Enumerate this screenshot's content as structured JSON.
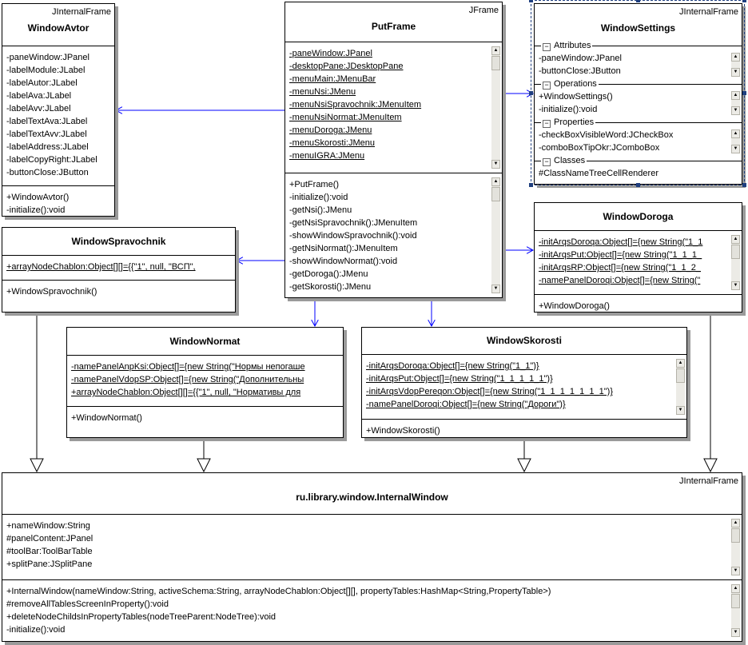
{
  "colors": {
    "association": "#0000ff",
    "generalization": "#000000",
    "selection": "#1f3f7f"
  },
  "classes": {
    "avtor": {
      "stereotype": "JInternalFrame",
      "name": "WindowAvtor",
      "sections": [
        {
          "rows": [
            {
              "text": "-paneWindow:JPanel"
            },
            {
              "text": "-labelModule:JLabel"
            },
            {
              "text": "-labelAutor:JLabel"
            },
            {
              "text": "-labelAva:JLabel"
            },
            {
              "text": "-labelAvv:JLabel"
            },
            {
              "text": "-labelTextAva:JLabel"
            },
            {
              "text": "-labelTextAvv:JLabel"
            },
            {
              "text": "-labelAddress:JLabel"
            },
            {
              "text": "-labelCopyRight:JLabel"
            },
            {
              "text": "-buttonClose:JButton"
            }
          ]
        },
        {
          "rows": [
            {
              "text": "+WindowAvtor()"
            },
            {
              "text": "-initialize():void"
            }
          ]
        }
      ]
    },
    "putframe": {
      "stereotype": "JFrame",
      "name": "PutFrame",
      "sections": [
        {
          "scrollbar": true,
          "rows": [
            {
              "text": "-paneWindow:JPanel",
              "static": true
            },
            {
              "text": "-desktopPane:JDesktopPane",
              "static": true
            },
            {
              "text": "-menuMain:JMenuBar",
              "static": true
            },
            {
              "text": "-menuNsi:JMenu",
              "static": true
            },
            {
              "text": "-menuNsiSpravochnik:JMenuItem",
              "static": true
            },
            {
              "text": "-menuNsiNormat:JMenuItem",
              "static": true
            },
            {
              "text": "-menuDoroga:JMenu",
              "static": true
            },
            {
              "text": "-menuSkorosti:JMenu",
              "static": true
            },
            {
              "text": "-menuIGRA:JMenu",
              "static": true
            }
          ]
        },
        {
          "scrollbar": true,
          "rows": [
            {
              "text": "+PutFrame()"
            },
            {
              "text": "-initialize():void"
            },
            {
              "text": "-getNsi():JMenu"
            },
            {
              "text": "-getNsiSpravochnik():JMenuItem"
            },
            {
              "text": "-showWindowSpravochnik():void"
            },
            {
              "text": "-getNsiNormat():JMenuItem"
            },
            {
              "text": "-showWindowNormat():void"
            },
            {
              "text": "-getDoroga():JMenu"
            },
            {
              "text": "-getSkorosti():JMenu"
            }
          ]
        }
      ]
    },
    "settings": {
      "stereotype": "JInternalFrame",
      "name": "WindowSettings",
      "groups": [
        {
          "label": "Attributes",
          "scrollbar": true,
          "rows": [
            {
              "text": "-paneWindow:JPanel"
            },
            {
              "text": "-buttonClose:JButton"
            }
          ]
        },
        {
          "label": "Operations",
          "scrollbar": true,
          "rows": [
            {
              "text": "+WindowSettings()"
            },
            {
              "text": "-initialize():void"
            }
          ]
        },
        {
          "label": "Properties",
          "scrollbar": true,
          "rows": [
            {
              "text": "-checkBoxVisibleWord:JCheckBox"
            },
            {
              "text": "-comboBoxTipOkr:JComboBox"
            }
          ]
        },
        {
          "label": "Classes",
          "rows": [
            {
              "text": "#ClassNameTreeCellRenderer"
            }
          ]
        }
      ]
    },
    "doroga": {
      "stereotype": "",
      "name": "WindowDoroga",
      "sections": [
        {
          "scrollbar": true,
          "rows": [
            {
              "text": "-initArqsDoroqa:Object[]={new String(\"1_1",
              "static": true
            },
            {
              "text": "-initArqsPut:Object[]={new String(\"1_1_1_",
              "static": true
            },
            {
              "text": "-initArqsRP:Object[]={new String(\"1_1_2_",
              "static": true
            },
            {
              "text": "-namePanelDoroqi:Object[]={new String(\"",
              "static": true
            }
          ]
        },
        {
          "rows": [
            {
              "text": "+WindowDoroga()"
            }
          ]
        }
      ]
    },
    "sprav": {
      "stereotype": "",
      "name": "WindowSpravochnik",
      "sections": [
        {
          "rows": [
            {
              "text": "+arrayNodeChablon:Object[][]={{\"1\", null, \"ВСП\",",
              "static": true
            }
          ]
        },
        {
          "rows": [
            {
              "text": "+WindowSpravochnik()"
            }
          ]
        }
      ]
    },
    "normat": {
      "stereotype": "",
      "name": "WindowNormat",
      "sections": [
        {
          "rows": [
            {
              "text": "-namePanelAnpKsi:Object[]={new String(\"Нормы непогаше",
              "static": true
            },
            {
              "text": "-namePanelVdopSP:Object[]={new String(\"Дополнительны",
              "static": true
            },
            {
              "text": "+arrayNodeChablon:Object[][]={{\"1\", null, \"Нормативы для",
              "static": true
            }
          ]
        },
        {
          "rows": [
            {
              "text": "+WindowNormat()"
            }
          ]
        }
      ]
    },
    "skorosti": {
      "stereotype": "",
      "name": "WindowSkorosti",
      "sections": [
        {
          "scrollbar": true,
          "rows": [
            {
              "text": "-initArqsDoroqa:Object[]={new String(\"1_1\")}",
              "static": true
            },
            {
              "text": "-initArqsPut:Object[]={new String(\"1_1_1_1_1\")}",
              "static": true
            },
            {
              "text": "-initArqsVdopPereqon:Object[]={new String(\"1_1_1_1_1_1_1\")}",
              "static": true
            },
            {
              "text": "-namePanelDoroqi:Object[]={new String(\"Дороги\")}",
              "static": true
            }
          ]
        },
        {
          "rows": [
            {
              "text": "+WindowSkorosti()"
            }
          ]
        }
      ]
    },
    "internal": {
      "stereotype": "JInternalFrame",
      "name": "ru.library.window.InternalWindow",
      "sections": [
        {
          "scrollbar": true,
          "rows": [
            {
              "text": "+nameWindow:String"
            },
            {
              "text": "#panelContent:JPanel"
            },
            {
              "text": "#toolBar:ToolBarTable"
            },
            {
              "text": "+splitPane:JSplitPane"
            }
          ]
        },
        {
          "scrollbar": true,
          "rows": [
            {
              "text": "+InternalWindow(nameWindow:String, activeSchema:String, arrayNodeChablon:Object[][], propertyTables:HashMap<String,PropertyTable>)"
            },
            {
              "text": "#removeAllTablesScreenInProperty():void"
            },
            {
              "text": "+deleteNodeChildsInPropertyTables(nodeTreeParent:NodeTree):void"
            },
            {
              "text": "-initialize():void"
            }
          ]
        }
      ]
    }
  }
}
